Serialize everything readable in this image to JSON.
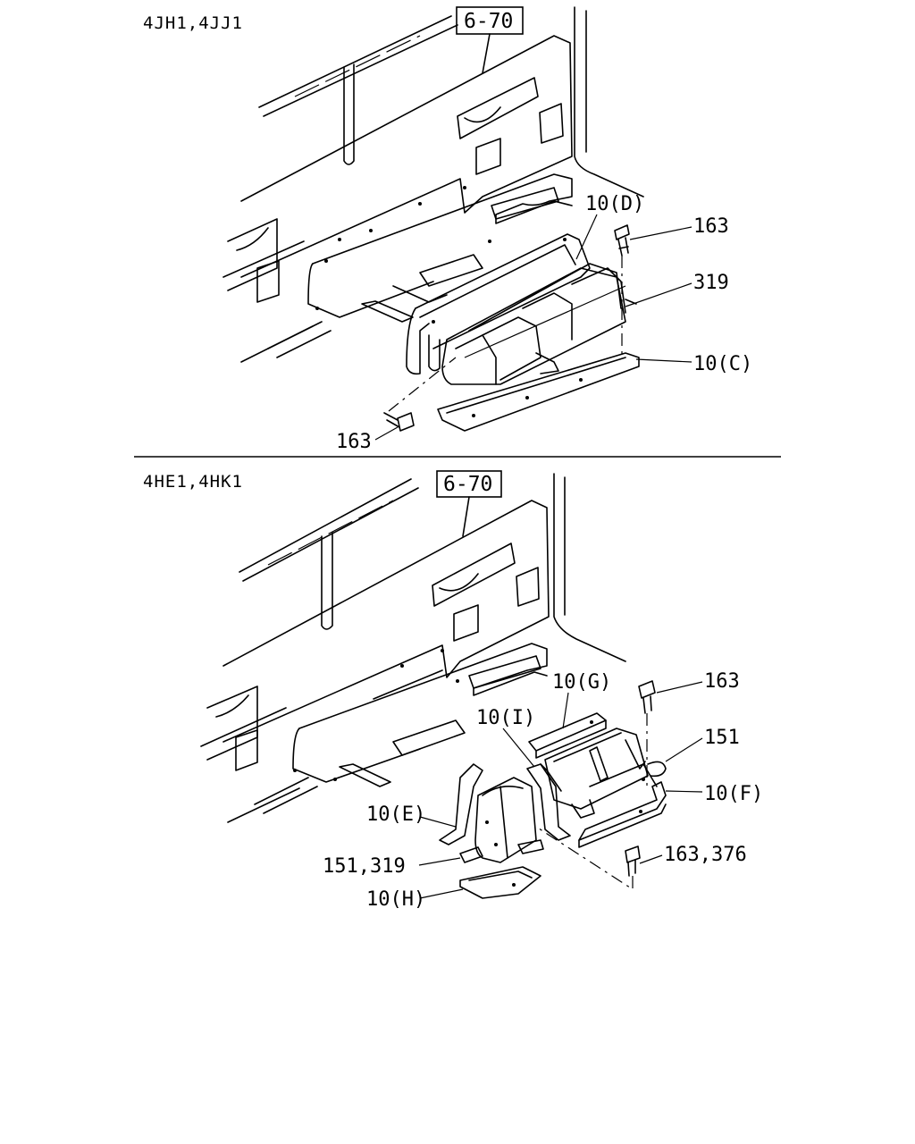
{
  "diagram_data": {
    "top_section": {
      "model_label": "4JH1,4JJ1",
      "ref_box": "6-70",
      "callouts": {
        "c_10d": "10(D)",
        "c_163_upper": "163",
        "c_319": "319",
        "c_10c": "10(C)",
        "c_163_lower": "163"
      }
    },
    "bottom_section": {
      "model_label": "4HE1,4HK1",
      "ref_box": "6-70",
      "callouts": {
        "c_10g": "10(G)",
        "c_163": "163",
        "c_10i": "10(I)",
        "c_151": "151",
        "c_10f": "10(F)",
        "c_10e": "10(E)",
        "c_163_376": "163,376",
        "c_151_319": "151,319",
        "c_10h": "10(H)"
      }
    }
  }
}
